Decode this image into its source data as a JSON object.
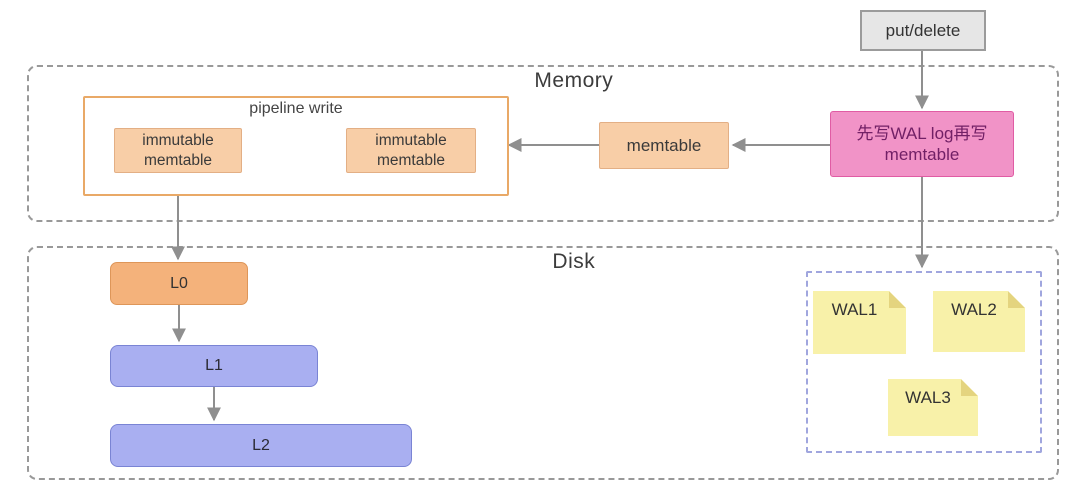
{
  "entry": {
    "label": "put/delete"
  },
  "memory": {
    "label": "Memory",
    "pipeline": {
      "label": "pipeline write",
      "boxes": [
        "immutable memtable",
        "immutable memtable"
      ]
    },
    "memtable": "memtable",
    "write_rule": "先写WAL log再写 memtable"
  },
  "disk": {
    "label": "Disk",
    "levels": [
      "L0",
      "L1",
      "L2"
    ],
    "wal_files": [
      "WAL1",
      "WAL2",
      "WAL3"
    ]
  },
  "colors": {
    "entry_box": "#e6e6e6",
    "write_rule_box": "#f193c7",
    "memtable_box": "#f8cea7",
    "level0_box": "#f4b27b",
    "level_box": "#a9aff1",
    "wal_note": "#f8f1a9",
    "region_border": "#999999",
    "wal_region_border": "#a0a6de",
    "pipeline_border": "#e9a967",
    "arrow": "#8f8f8f"
  }
}
